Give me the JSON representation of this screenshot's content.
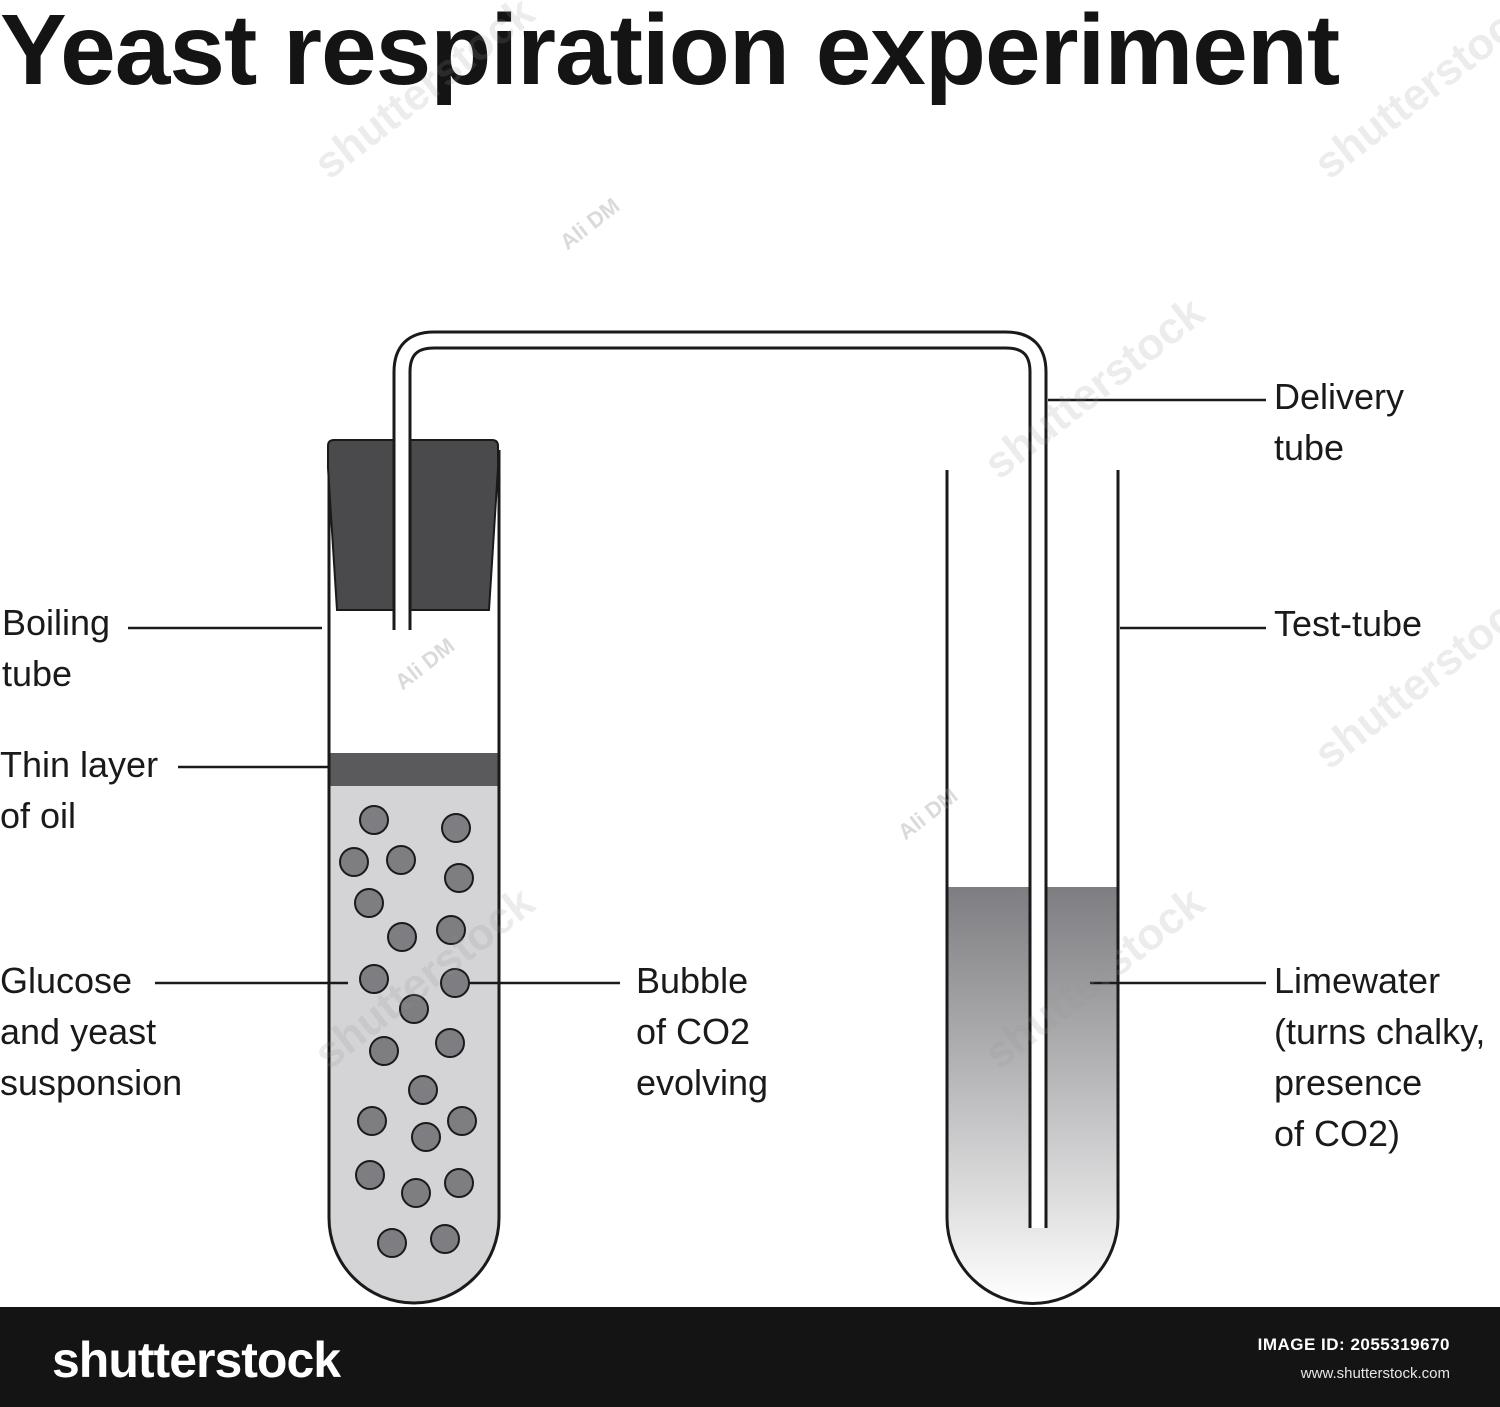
{
  "title": "Yeast respiration experiment",
  "labels": {
    "boiling_tube": [
      "Boiling",
      "tube"
    ],
    "oil_layer": [
      "Thin layer",
      "of oil"
    ],
    "suspension": [
      "Glucose",
      "and yeast",
      "susponsion"
    ],
    "bubble": [
      "Bubble",
      "of CO2",
      "evolving"
    ],
    "delivery_tube": [
      "Delivery",
      "tube"
    ],
    "test_tube": [
      "Test-tube"
    ],
    "limewater": [
      "Limewater",
      "(turns chalky,",
      "presence",
      "of CO2)"
    ]
  },
  "watermark": {
    "brand": "shutterstock",
    "author": "Ali DM"
  },
  "footer": {
    "logo": "shutterstock",
    "image_id": "IMAGE ID: 2055319670",
    "url": "www.shutterstock.com"
  },
  "colors": {
    "outline": "#1a1a1a",
    "stopper": "#4a4a4c",
    "oil": "#5a5a5c",
    "suspension": "#d4d4d6",
    "bubble": "#7e7e82",
    "limewater": "#808084",
    "footer": "#141414"
  }
}
